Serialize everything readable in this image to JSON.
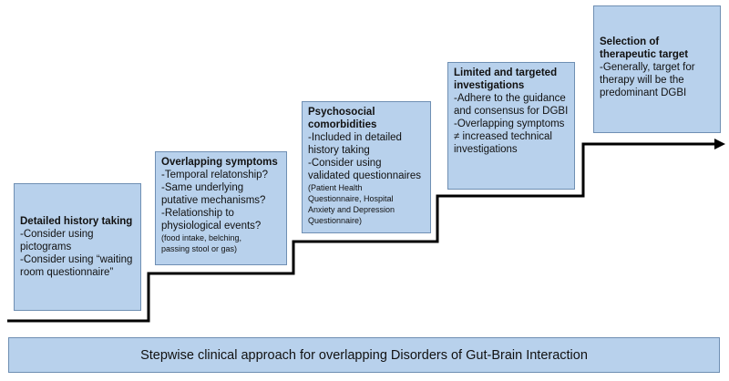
{
  "steps": [
    {
      "title": "Detailed history taking",
      "lines": [
        "-Consider using",
        "pictograms",
        "-Consider using “waiting",
        "room questionnaire”"
      ],
      "small": []
    },
    {
      "title": "Overlapping symptoms",
      "lines": [
        "-Temporal relatonship?",
        "-Same underlying",
        "putative mechanisms?",
        "-Relationship to",
        "physiological events?"
      ],
      "small": [
        "(food intake, belching,",
        "passing stool or gas)"
      ]
    },
    {
      "title": "Psychosocial comorbidities",
      "lines": [
        "-Included in detailed",
        "history taking",
        "-Consider using",
        "validated questionnaires"
      ],
      "small": [
        "(Patient Health",
        "Questionnaire, Hospital",
        "Anxiety and Depression",
        "Questionnaire)"
      ]
    },
    {
      "title": "Limited and targeted investigations",
      "lines": [
        "-Adhere to the guidance",
        "and consensus for DGBI",
        "-Overlapping symptoms",
        "≠ increased technical",
        "investigations"
      ],
      "small": []
    },
    {
      "title": "Selection of therapeutic target",
      "lines": [
        "-Generally, target for",
        "therapy will be the",
        "predominant DGBI"
      ],
      "small": []
    }
  ],
  "footer": "Stepwise clinical approach for overlapping Disorders of Gut-Brain Interaction"
}
